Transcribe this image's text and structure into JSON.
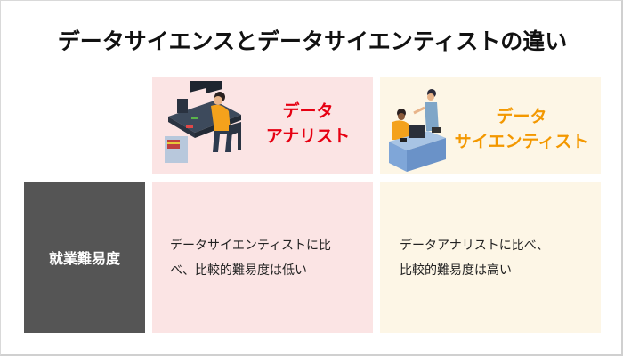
{
  "title": "データサイエンスとデータサイエンティストの違い",
  "columns": [
    {
      "id": "analyst",
      "label_line1": "データ",
      "label_line2": "アナリスト",
      "color": "#e60012",
      "background": "#fbe4e4",
      "illustration": "analyst-at-workstation-illustration"
    },
    {
      "id": "scientist",
      "label_line1": "データ",
      "label_line2": "サイエンティスト",
      "color": "#f39800",
      "background": "#fdf6e6",
      "illustration": "scientist-at-desk-illustration"
    }
  ],
  "rows": [
    {
      "label": "就業難易度",
      "label_background": "#555555",
      "cells": [
        {
          "line1": "データサイエンティストに比",
          "line2": "べ、比較的難易度は低い"
        },
        {
          "line1": "データアナリストに比べ、",
          "line2": "比較的難易度は高い"
        }
      ]
    }
  ]
}
